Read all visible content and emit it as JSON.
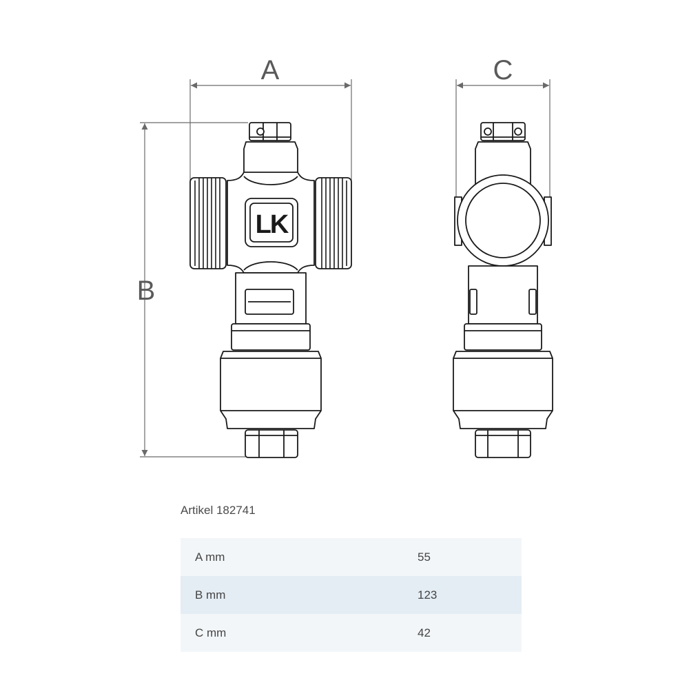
{
  "dimensions": {
    "a_label": "A",
    "b_label": "B",
    "c_label": "C"
  },
  "logo_text": "LK",
  "article": "Artikel 182741",
  "table": {
    "rows": [
      {
        "key": "A mm",
        "value": "55"
      },
      {
        "key": "B mm",
        "value": "123"
      },
      {
        "key": "C mm",
        "value": "42"
      }
    ]
  },
  "colors": {
    "line": "#1a1a1a",
    "dimension_line": "#6a6a6a",
    "row_light": "#f3f6f9",
    "row_dark": "#e4edf4"
  }
}
